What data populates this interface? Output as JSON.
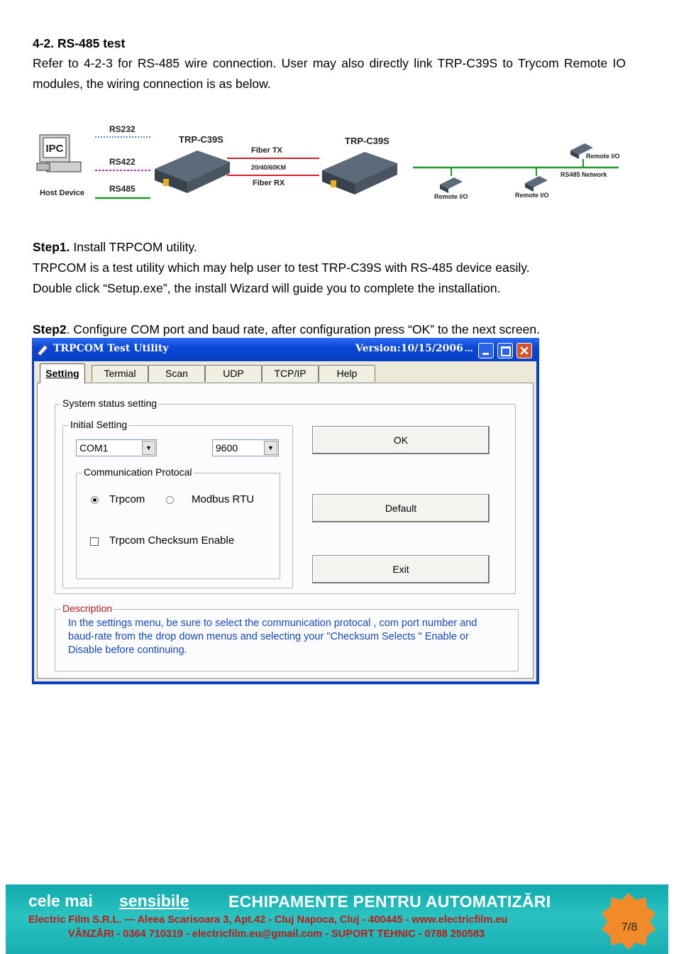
{
  "heading": "4-2. RS-485 test",
  "intro": "Refer to 4-2-3 for RS-485 wire connection. User may also directly link TRP-C39S to Trycom Remote IO modules, the wiring connection is as below.",
  "diagram": {
    "ipc": "IPC",
    "host": "Host Device",
    "rs232": "RS232",
    "rs422": "RS422",
    "rs485": "RS485",
    "device1": "TRP-C39S",
    "device2": "TRP-C39S",
    "fiber_tx": "Fiber TX",
    "distance": "20/40/60KM",
    "fiber_rx": "Fiber RX",
    "remote1": "Remote I/O",
    "remote2": "Remote I/O",
    "remote3": "Remote I/O",
    "network": "RS485 Network",
    "colors": {
      "rs232": "#5a8bb8",
      "rs422": "#c02ec0",
      "rs485": "#1c9a2c",
      "fiber": "#d8202a"
    }
  },
  "step1": {
    "label": "Step1.",
    "title": " Install TRPCOM utility.",
    "line2": "TRPCOM is a test utility which may help user to test TRP-C39S with RS-485 device easily.",
    "line3": "Double click “Setup.exe”, the install Wizard will guide you to complete the installation."
  },
  "step2": {
    "label": "Step2",
    "text": ". Configure COM port and baud rate, after configuration press “OK” to the next screen."
  },
  "window": {
    "title": "TRPCOM Test Utility",
    "version": "Version:10/15/2006",
    "ellipsis": "...",
    "tabs": [
      "Setting",
      "Termial",
      "Scan",
      "UDP",
      "TCP/IP",
      "Help"
    ],
    "system_group": "System status setting",
    "initial_group": "Initial Setting",
    "com_port": "COM1",
    "baud_rate": "9600",
    "protocol_group": "Communication Protocal",
    "radio_trpcom": "Trpcom",
    "radio_modbus": "Modbus RTU",
    "checksum": "Trpcom Checksum Enable",
    "btn_ok": "OK",
    "btn_default": "Default",
    "btn_exit": "Exit",
    "desc_label": "Description",
    "desc_text": "In the settings menu, be sure to select the communication protocal , com port number and baud-rate from the drop down menus and selecting your \"Checksum Selects \" Enable or Disable before continuing."
  },
  "footer": {
    "slogan_a": "cele mai",
    "slogan_b": "sensibile",
    "headline": "ECHIPAMENTE PENTRU AUTOMATIZĂRI",
    "line1": "Electric Film S.R.L.  —  Aleea Scarisoara 3, Apt.42 - Cluj Napoca, Cluj - 400445 - www.electricfilm.eu",
    "line2": "VÂNZĂRI - 0364 710319 -  electricfilm.eu@gmail.com - SUPORT TEHNIC - 0788 250583",
    "page": "7/8",
    "badge_color": "#f08a2a"
  }
}
